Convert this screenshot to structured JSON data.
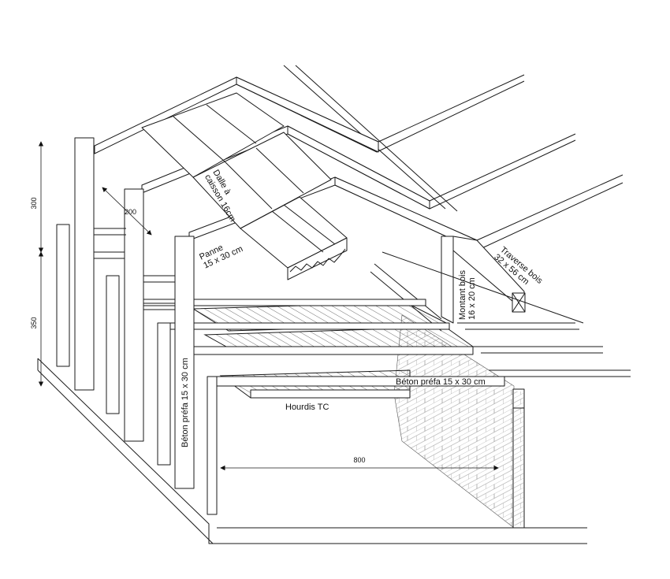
{
  "labels": {
    "dalle": [
      "Dalle à",
      "caisson 16cm"
    ],
    "panne": [
      "Panne",
      "15 x 30 cm"
    ],
    "traverse": [
      "Traverse bois",
      "32 x 56 cm"
    ],
    "montant": [
      "Montant bois",
      "16 x 20 cm"
    ],
    "beton_poutre": "Béton préfa 15 x 30 cm",
    "beton_poteau": "Béton préfa 15 x 30 cm",
    "hourdis": "Hourdis TC"
  },
  "dimensions": {
    "upper_height": "300",
    "lower_height": "350",
    "bay_spacing": "200",
    "span": "800"
  },
  "colors": {
    "line": "#1a1a1a",
    "background": "#ffffff"
  }
}
